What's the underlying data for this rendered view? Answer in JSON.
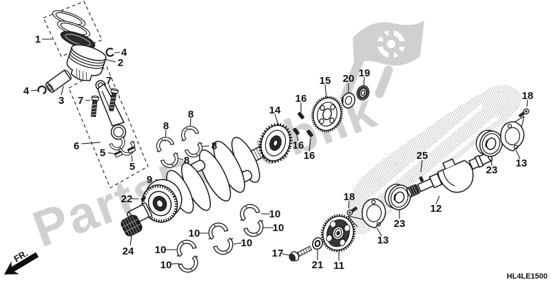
{
  "diagram": {
    "part_code": "HL4LE1500",
    "fr_label": "FR.",
    "watermark": {
      "brand": "PartsRepublik",
      "color": "#cbcbcb"
    },
    "colors": {
      "ink": "#161616",
      "background": "#ffffff",
      "halftone": "#8e8e8e"
    },
    "callouts": [
      "1",
      "2",
      "4",
      "4",
      "3",
      "7",
      "7",
      "6",
      "5",
      "5",
      "8",
      "8",
      "8",
      "8",
      "9",
      "22",
      "24",
      "10",
      "10",
      "10",
      "10",
      "10",
      "10",
      "14",
      "16",
      "16",
      "16",
      "15",
      "20",
      "19",
      "17",
      "21",
      "11",
      "18",
      "13",
      "23",
      "12",
      "25",
      "23",
      "13",
      "18"
    ]
  }
}
